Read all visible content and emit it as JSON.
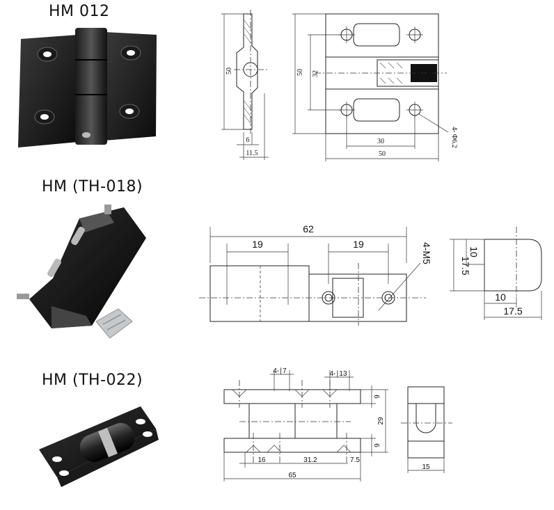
{
  "products": [
    {
      "title": "HM 012",
      "dimensions": {
        "side_height": "50",
        "front_height": "50",
        "inner_height": "32",
        "thickness": "6",
        "depth": "11.5",
        "hole_spacing": "30",
        "width": "50",
        "holes": "4- Φ6.2"
      }
    },
    {
      "title": "HM (TH-018)",
      "dimensions": {
        "length": "62",
        "left_section": "19",
        "right_section": "19",
        "thread": "4-M5",
        "side_height_inner": "10",
        "side_height": "17.5",
        "side_width_inner": "10",
        "side_width": "17.5"
      }
    },
    {
      "title": "HM (TH-022)",
      "dimensions": {
        "slot_a": "4-∣7",
        "slot_b": "4-∣13",
        "thickness_top": "6",
        "height": "29",
        "thickness_bottom": "6",
        "offset": "16",
        "center": "31.2",
        "edge": "7.5",
        "length": "65",
        "side_width": "15"
      }
    }
  ]
}
